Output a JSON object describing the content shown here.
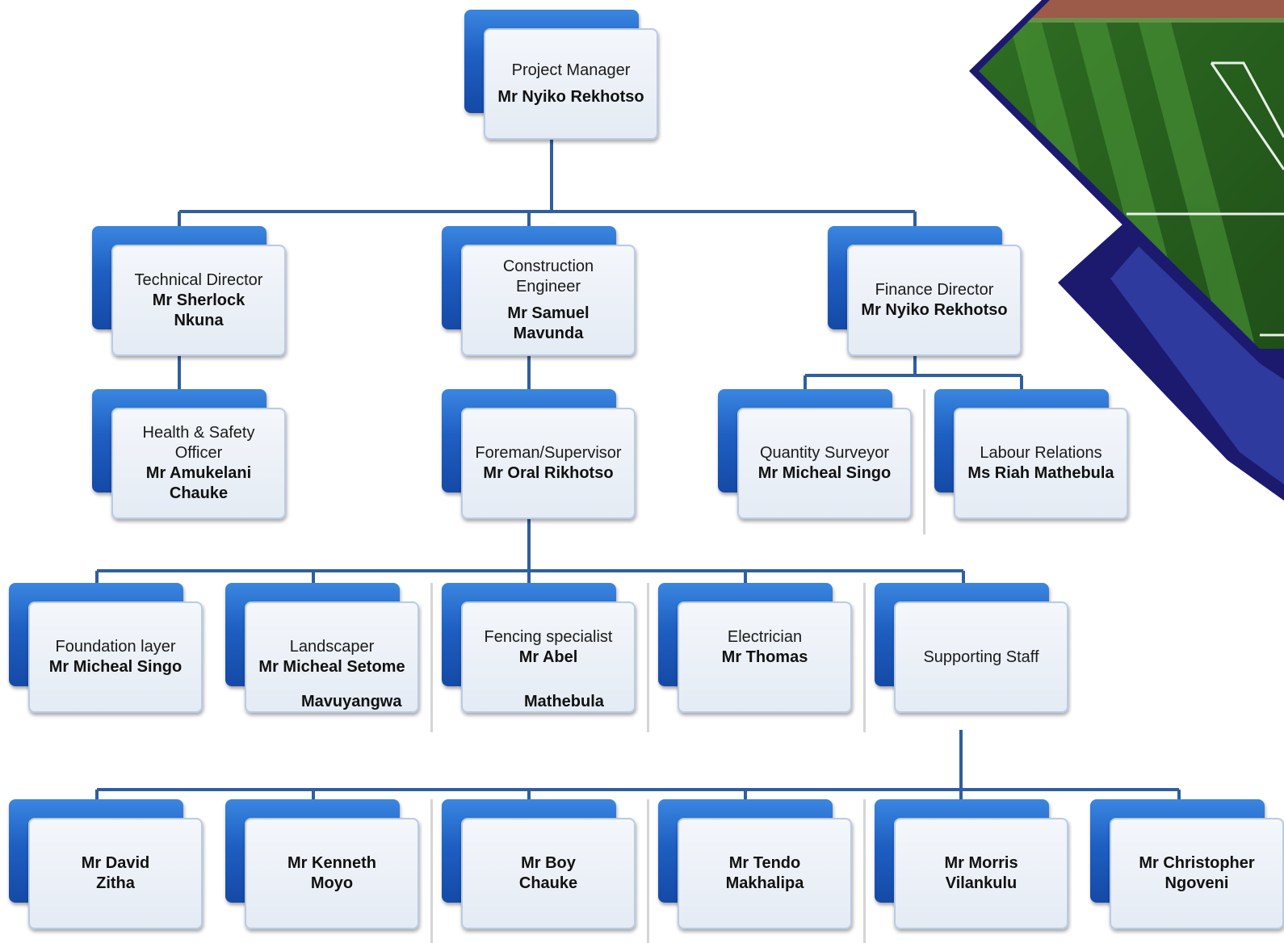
{
  "colors": {
    "connector": "#2f5f9e",
    "box_back": "#1e5fc2",
    "box_front": "#e8eef6",
    "decor_navy": "#1c1a6e",
    "decor_blue": "#2e3a9e",
    "pitch_green": "#3f8a2e"
  },
  "decoration": {
    "name": "football-pitch-photo",
    "description_icon": "stadium-pitch-image"
  },
  "org_chart": {
    "project_manager": {
      "role": "Project Manager",
      "name": "Mr Nyiko Rekhotso"
    },
    "technical_director": {
      "role": "Technical Director",
      "name": "Mr Sherlock Nkuna"
    },
    "construction_engineer": {
      "role": "Construction Engineer",
      "name": "Mr Samuel Mavunda"
    },
    "finance_director": {
      "role": "Finance Director",
      "name": "Mr Nyiko Rekhotso"
    },
    "health_safety": {
      "role": "Health & Safety Officer",
      "name": "Mr Amukelani Chauke"
    },
    "foreman": {
      "role": "Foreman/Supervisor",
      "name": "Mr Oral Rikhotso"
    },
    "quantity_surveyor": {
      "role": "Quantity Surveyor",
      "name": "Mr Micheal Singo"
    },
    "labour_relations": {
      "role": "Labour Relations",
      "name": "Ms Riah Mathebula"
    },
    "foundation_layer": {
      "role": "Foundation layer",
      "name": "Mr Micheal Singo"
    },
    "landscaper": {
      "role": "Landscaper",
      "name": "Mr Micheal Setome",
      "extra": "Mavuyangwa"
    },
    "fencing": {
      "role": "Fencing specialist",
      "name": "Mr Abel",
      "extra": "Mathebula"
    },
    "electrician": {
      "role": "Electrician",
      "name": "Mr Thomas"
    },
    "supporting_staff": {
      "role": "Supporting Staff"
    },
    "staff": [
      {
        "name": "Mr David Zitha"
      },
      {
        "name": "Mr Kenneth Moyo"
      },
      {
        "name": "Mr Boy Chauke"
      },
      {
        "name": "Mr Tendo Makhalipa"
      },
      {
        "name": "Mr Morris Vilankulu"
      },
      {
        "name": "Mr Christopher Ngoveni"
      }
    ]
  }
}
